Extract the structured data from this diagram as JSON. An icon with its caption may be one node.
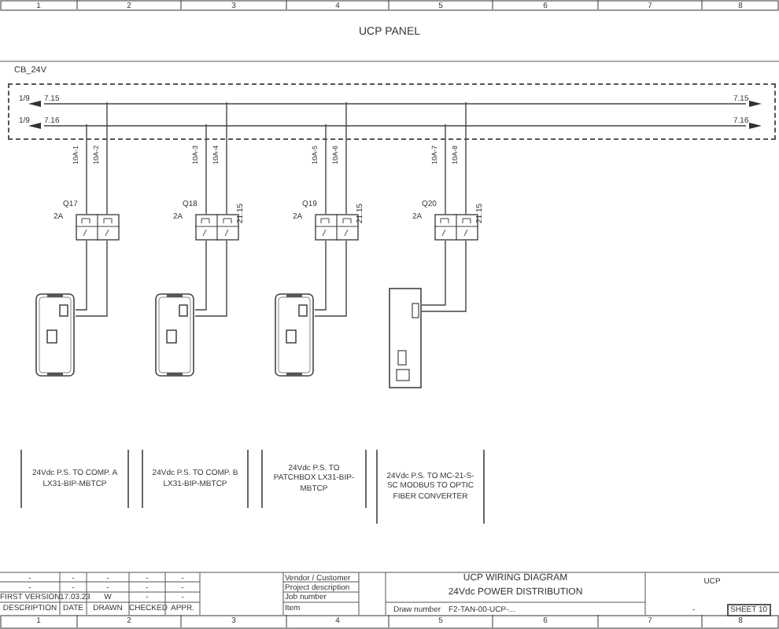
{
  "diagram": {
    "title": "UCP PANEL",
    "nodes": [
      {
        "text": [
          "CB_24V"
        ]
      },
      {
        "text": [],
        "shape": "bar",
        "in": 0
      },
      {
        "text": [],
        "shape": "bar",
        "in": 0
      },
      {
        "text": [
          "Q17"
        ],
        "beside": [
          "2A"
        ]
      },
      {
        "text": [
          "Q18"
        ],
        "beside": [
          "2A"
        ]
      },
      {
        "text": [
          "Q19"
        ],
        "beside": [
          "2A"
        ]
      },
      {
        "text": [
          "Q20"
        ],
        "beside": [
          "2A"
        ]
      },
      {
        "text": [],
        "shape": "picture"
      },
      {
        "text": [],
        "shape": "picture"
      },
      {
        "text": [],
        "shape": "picture"
      },
      {
        "text": [],
        "shape": "box"
      },
      {
        "text": [
          "24Vdc P.S. TO COMP. A LX31-BIP-MBTCP"
        ]
      },
      {
        "text": [
          "24Vdc P.S. TO COMP. B LX31-BIP-MBTCP"
        ]
      },
      {
        "text": [
          "24Vdc P.S. TO PATCHBOX LX31-BIP-MBTCP"
        ]
      },
      {
        "text": [
          "24Vdc P.S. TO MC-21-S-SC MODBUS TO OPTIC FIBER CONVERTER"
        ]
      }
    ],
    "edges": [
      {
        "from": 2,
        "to": 3,
        "arrow": "none",
        "label": "10A-1"
      },
      {
        "from": 1,
        "to": 3,
        "arrow": "none",
        "label": "10A-2"
      },
      {
        "from": 3,
        "to": 7,
        "arrow": "none"
      },
      {
        "from": 3,
        "to": 7,
        "arrow": "none"
      },
      {
        "from": 2,
        "to": 4,
        "arrow": "none",
        "label": "10A-3"
      },
      {
        "from": 1,
        "to": 4,
        "arrow": "none",
        "label": "10A-4"
      },
      {
        "from": 4,
        "to": 8,
        "arrow": "none"
      },
      {
        "from": 4,
        "to": 8,
        "arrow": "none"
      },
      {
        "from": 2,
        "to": 5,
        "arrow": "none",
        "label": "10A-5"
      },
      {
        "from": 1,
        "to": 5,
        "arrow": "none",
        "label": "10A-6"
      },
      {
        "from": 5,
        "to": 9,
        "arrow": "none"
      },
      {
        "from": 5,
        "to": 9,
        "arrow": "none"
      },
      {
        "from": 2,
        "to": 6,
        "arrow": "none",
        "label": "10A-7"
      },
      {
        "from": 1,
        "to": 6,
        "arrow": "none",
        "label": "10A-8"
      },
      {
        "from": 6,
        "to": 10,
        "arrow": "none"
      },
      {
        "from": 6,
        "to": 10,
        "arrow": "none"
      }
    ],
    "labels": [
      "1",
      "2",
      "3",
      "4",
      "5",
      "6",
      "7",
      "8",
      "1/9",
      "7.15",
      "1/9",
      "7.16",
      "7.15",
      "7.16",
      "21.15",
      "21.15",
      "21.15",
      "-",
      "-",
      "-",
      "-",
      "-",
      "-",
      "-",
      "-",
      "-",
      "-",
      "FIRST VERSION",
      "17.03.23",
      "W",
      "-",
      "-",
      "DESCRIPTION",
      "DATE",
      "DRAWN",
      "CHECKED",
      "APPR.",
      "Vendor / Customer",
      "Project description",
      "Job number",
      "Item",
      "UCP WIRING DIAGRAM",
      "24Vdc POWER DISTRIBUTION",
      "Draw number",
      "F2-TAN-00-UCP-...",
      "UCP",
      "-",
      "SHEET 10",
      "1",
      "2",
      "3",
      "4",
      "5",
      "6",
      "7",
      "8"
    ]
  }
}
